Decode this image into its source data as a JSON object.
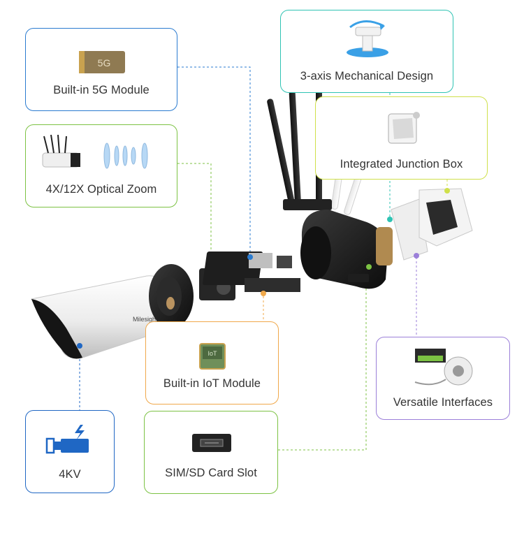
{
  "brand": {
    "logo_text": "Milesight"
  },
  "callouts": {
    "module_5g": {
      "label": "Built-in 5G Module",
      "chip_text": "5G",
      "border_color": "#2a7bd0",
      "icon": "5g-module-chip-icon"
    },
    "optical_zoom": {
      "label": "4X/12X Optical Zoom",
      "border_color": "#7cc243",
      "icon": "optical-zoom-lens-icon"
    },
    "mechanical_3axis": {
      "label": "3-axis Mechanical Design",
      "border_color": "#2ec3b3",
      "icon": "3-axis-rotation-icon"
    },
    "junction_box": {
      "label": "Integrated Junction Box",
      "border_color": "#cfe04a",
      "icon": "junction-box-icon"
    },
    "iot_module": {
      "label": "Built-in IoT Module",
      "chip_text": "IoT",
      "border_color": "#f0a84a",
      "icon": "iot-module-chip-icon"
    },
    "interfaces": {
      "label": "Versatile Interfaces",
      "border_color": "#9b7fd9",
      "icon": "interfaces-board-icon"
    },
    "surge_4kv": {
      "label": "4KV",
      "border_color": "#1f67c4",
      "icon": "lightning-camera-icon"
    },
    "sim_sd_slot": {
      "label": "SIM/SD Card Slot",
      "border_color": "#7cc243",
      "icon": "card-slot-icon"
    }
  },
  "colors": {
    "accent_blue": "#2a7bd0",
    "accent_green": "#7cc243",
    "accent_teal": "#2ec3b3",
    "accent_yellow": "#cfe04a",
    "accent_orange": "#f0a84a",
    "accent_purple": "#9b7fd9",
    "camera_body": "#f2f2f2",
    "camera_dark": "#1a1a1a"
  }
}
